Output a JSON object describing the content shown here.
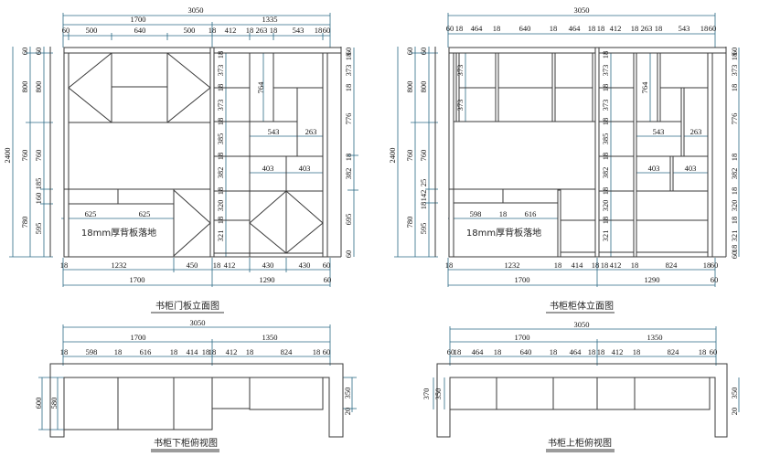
{
  "door_elevation": {
    "title": "书柜门板立面图",
    "note": "18mm厚背板落地",
    "overall": "3050",
    "top_sections": [
      "1700",
      "1335"
    ],
    "top_parts": [
      "60",
      "500",
      "640",
      "500",
      "18",
      "412",
      "18",
      "263",
      "18",
      "543",
      "18",
      "60"
    ],
    "bottom_parts": [
      "18",
      "1232",
      "450",
      "18",
      "412",
      "430",
      "430",
      "60"
    ],
    "bottom_sections": [
      "1700",
      "1290",
      "60"
    ],
    "left_overall": "2400",
    "left_outer": [
      "60",
      "800",
      "760",
      "780"
    ],
    "left_inner": [
      "60",
      "800",
      "760",
      "185",
      "160",
      "595"
    ],
    "right_dims": [
      "60",
      "18",
      "373",
      "18",
      "776",
      "18",
      "382",
      "695",
      "60"
    ],
    "column_dims": [
      "18",
      "373",
      "18",
      "373",
      "18",
      "385",
      "18",
      "382",
      "18",
      "320",
      "18",
      "321"
    ],
    "inner_dims": [
      "764",
      "543",
      "263",
      "403",
      "403",
      "625",
      "625"
    ]
  },
  "body_elevation": {
    "title": "书柜柜体立面图",
    "note": "18mm厚背板落地",
    "overall": "3050",
    "top_parts": [
      "60",
      "18",
      "464",
      "18",
      "640",
      "18",
      "464",
      "18",
      "18",
      "412",
      "18",
      "263",
      "18",
      "543",
      "18",
      "60"
    ],
    "bottom_parts": [
      "18",
      "1232",
      "18",
      "414",
      "18",
      "18",
      "412",
      "18",
      "824",
      "18",
      "60"
    ],
    "bottom_sections": [
      "1700",
      "1290",
      "60"
    ],
    "left_overall": "2400",
    "left_outer": [
      "60",
      "800",
      "760",
      "780"
    ],
    "left_inner": [
      "60",
      "800",
      "760",
      "25",
      "142",
      "18",
      "595"
    ],
    "right_dims": [
      "60",
      "18",
      "373",
      "18",
      "776",
      "18",
      "382",
      "18",
      "320",
      "18",
      "321",
      "18",
      "60"
    ],
    "column_dims": [
      "18",
      "373",
      "18",
      "373",
      "18",
      "385",
      "18",
      "382",
      "18",
      "320",
      "18",
      "321"
    ],
    "inner_dims": [
      "373",
      "373",
      "764",
      "543",
      "263",
      "403",
      "403",
      "598",
      "18",
      "616"
    ]
  },
  "lower_plan": {
    "title": "书柜下柜俯视图",
    "overall": "3050",
    "sections": [
      "1700",
      "1350"
    ],
    "parts": [
      "18",
      "598",
      "18",
      "616",
      "18",
      "414",
      "18",
      "18",
      "412",
      "18",
      "824",
      "18",
      "60"
    ],
    "left_dims": [
      "600",
      "580"
    ],
    "right_dims": [
      "350",
      "20"
    ]
  },
  "upper_plan": {
    "title": "书柜上柜俯视图",
    "overall": "3050",
    "sections": [
      "1700",
      "1350"
    ],
    "parts": [
      "60",
      "18",
      "464",
      "18",
      "640",
      "18",
      "464",
      "18",
      "18",
      "412",
      "18",
      "824",
      "18",
      "60"
    ],
    "left_dims": [
      "370",
      "350"
    ],
    "right_dims": [
      "350",
      "20"
    ]
  }
}
